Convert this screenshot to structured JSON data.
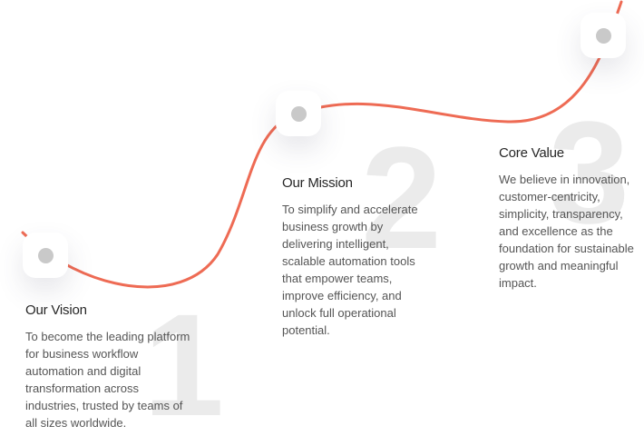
{
  "colors": {
    "curve": "#EE6B54",
    "node_dot": "#C9C9C9",
    "number_watermark": "#EBEBEB",
    "title": "#262626",
    "body_text": "#555555"
  },
  "steps": [
    {
      "number": "1",
      "title": "Our Vision",
      "description": "To become the leading platform for business workflow automation and digital transformation across industries, trusted by teams of all sizes worldwide."
    },
    {
      "number": "2",
      "title": "Our Mission",
      "description": "To simplify and accelerate business growth by delivering intelligent, scalable automation tools that empower teams, improve efficiency, and unlock full operational potential."
    },
    {
      "number": "3",
      "title": "Core Value",
      "description": "We believe in innovation, customer-centricity, simplicity, transparency, and excellence as the foundation for sustainable growth and meaningful impact."
    }
  ]
}
